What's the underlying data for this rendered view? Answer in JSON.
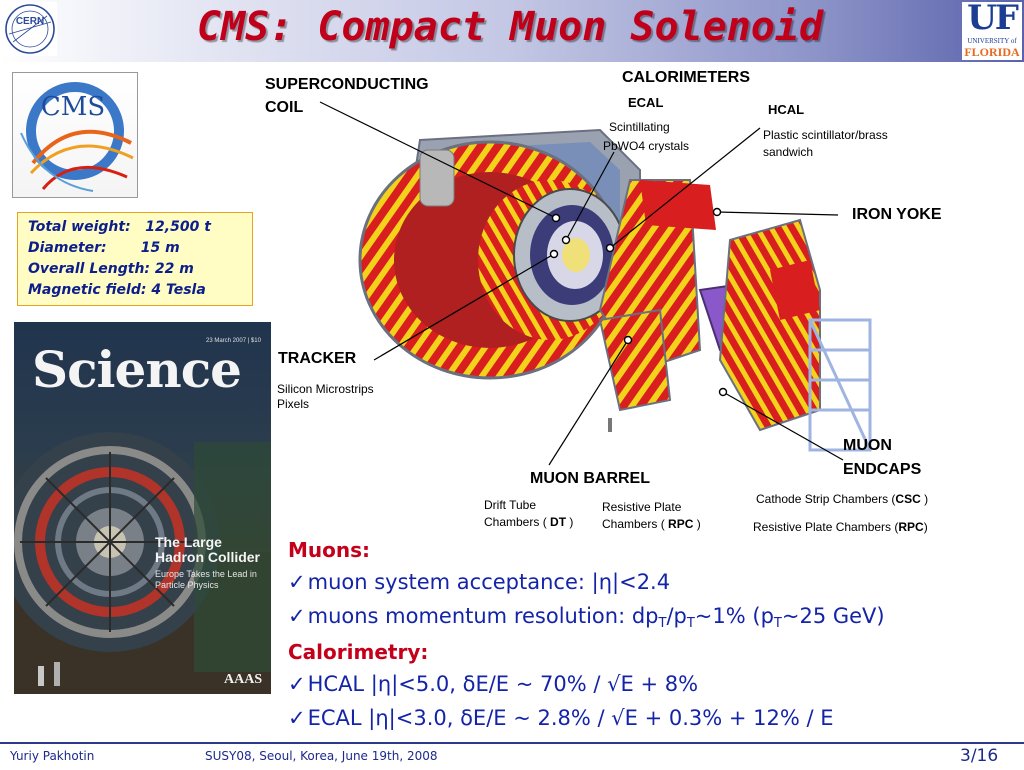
{
  "header": {
    "title": "CMS: Compact Muon Solenoid",
    "cern_logo_text": "CERN",
    "uf_logo": {
      "letters": "UF",
      "university": "UNIVERSITY of",
      "state": "FLORIDA"
    }
  },
  "cms_logo_text": "CMS",
  "facts": [
    "Total weight:   12,500 t",
    "Diameter:       15 m",
    "Overall Length: 22 m",
    "Magnetic field: 4 Tesla"
  ],
  "science_cover": {
    "masthead": "Science",
    "date": "23 March 2007 | $10",
    "headline": "The Large Hadron Collider",
    "subhead": "Europe Takes the Lead in Particle Physics",
    "publisher": "AAAS"
  },
  "diagram": {
    "calorimeters": "CALORIMETERS",
    "ecal": "ECAL",
    "ecal_desc_1": "Scintillating",
    "ecal_desc_2": "PbWO4 crystals",
    "hcal": "HCAL",
    "hcal_desc_1": "Plastic scintillator/brass",
    "hcal_desc_2": "sandwich",
    "coil_1": "SUPERCONDUCTING",
    "coil_2": "COIL",
    "iron_yoke": "IRON YOKE",
    "tracker": "TRACKER",
    "tracker_desc_1": "Silicon Microstrips",
    "tracker_desc_2": "Pixels",
    "muon_endcaps_1": "MUON",
    "muon_endcaps_2": "ENDCAPS",
    "muon_barrel": "MUON BARREL",
    "dt_1": "Drift Tube",
    "dt_2": "Chambers ( ",
    "dt_abbr": "DT",
    "dt_3": " )",
    "rpc_1": "Resistive Plate",
    "rpc_2": "Chambers ( ",
    "rpc_abbr": "RPC",
    "rpc_3": " )",
    "csc_1": "Cathode Strip Chambers (",
    "csc_abbr": "CSC",
    "csc_2": " )",
    "endcap_rpc_1": "Resistive Plate Chambers (",
    "endcap_rpc_abbr": "RPC",
    "endcap_rpc_2": ")"
  },
  "bullets": {
    "muons_heading": "Muons:",
    "muon_acceptance": "muon system acceptance: |η|<2.4",
    "muon_res_a": "muons momentum resolution: dp",
    "muon_res_sub1": "T",
    "muon_res_b": "/p",
    "muon_res_sub2": "T",
    "muon_res_c": "~1% (p",
    "muon_res_sub3": "T",
    "muon_res_d": "~25 GeV)",
    "calorimetry_heading": "Calorimetry:",
    "hcal_line": "HCAL |η|<5.0,  δE/E ~ 70% / √E + 8%",
    "ecal_line": "ECAL |η|<3.0,  δE/E ~ 2.8% / √E  + 0.3% + 12% / E"
  },
  "footer": {
    "author": "Yuriy Pakhotin",
    "event": "SUSY08, Seoul, Korea, June 19th, 2008",
    "page": "3/16"
  },
  "colors": {
    "title": "#c0001a",
    "accent_blue": "#1424a8",
    "heading_red": "#c4001a"
  }
}
